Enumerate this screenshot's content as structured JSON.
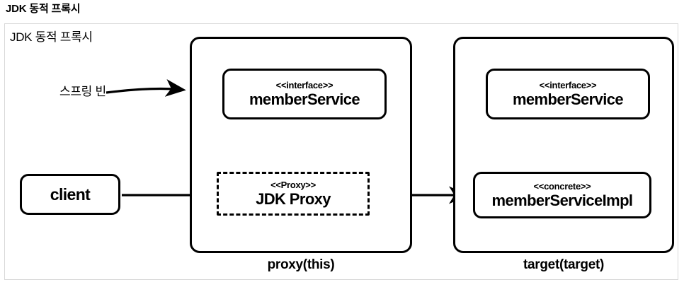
{
  "page": {
    "title": "JDK 동적 프록시"
  },
  "diagram": {
    "label": "JDK 동적 프록시",
    "annotations": {
      "spring_bean": "스프링 빈"
    },
    "groups": [
      {
        "id": "proxy",
        "caption": "proxy(this)"
      },
      {
        "id": "target",
        "caption": "target(target)"
      }
    ],
    "nodes": {
      "client": {
        "stereotype": "",
        "name": "client"
      },
      "proxy_interface": {
        "stereotype": "<<interface>>",
        "name": "memberService"
      },
      "jdk_proxy": {
        "stereotype": "<<Proxy>>",
        "name": "JDK Proxy"
      },
      "target_interface": {
        "stereotype": "<<interface>>",
        "name": "memberService"
      },
      "target_impl": {
        "stereotype": "<<concrete>>",
        "name": "memberServiceImpl"
      }
    },
    "colors": {
      "stroke": "#000000",
      "frame_border": "#d8d8d8",
      "background": "#ffffff"
    }
  }
}
